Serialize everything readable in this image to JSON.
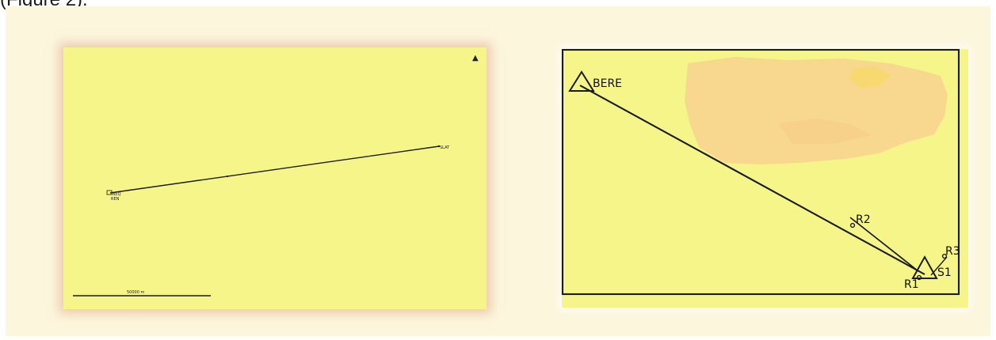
{
  "caption": {
    "fragment": "(Figure 2)."
  },
  "left_panel": {
    "station_left_label_1": "BEQ",
    "station_left_label_2": "REN",
    "station_right_label": "SLAT",
    "scale_bar_label": "50000 m",
    "north_arrow_glyph": "▲"
  },
  "right_panel": {
    "points": {
      "bere": "BERE",
      "s1": "S1",
      "r1": "R1",
      "r2": "R2",
      "r3": "R3"
    }
  },
  "colors": {
    "map_background": "#f6f58a",
    "page_background": "#fcf6dd",
    "cloud_color": "#f7d48f",
    "line_color": "#1b1b1b"
  }
}
